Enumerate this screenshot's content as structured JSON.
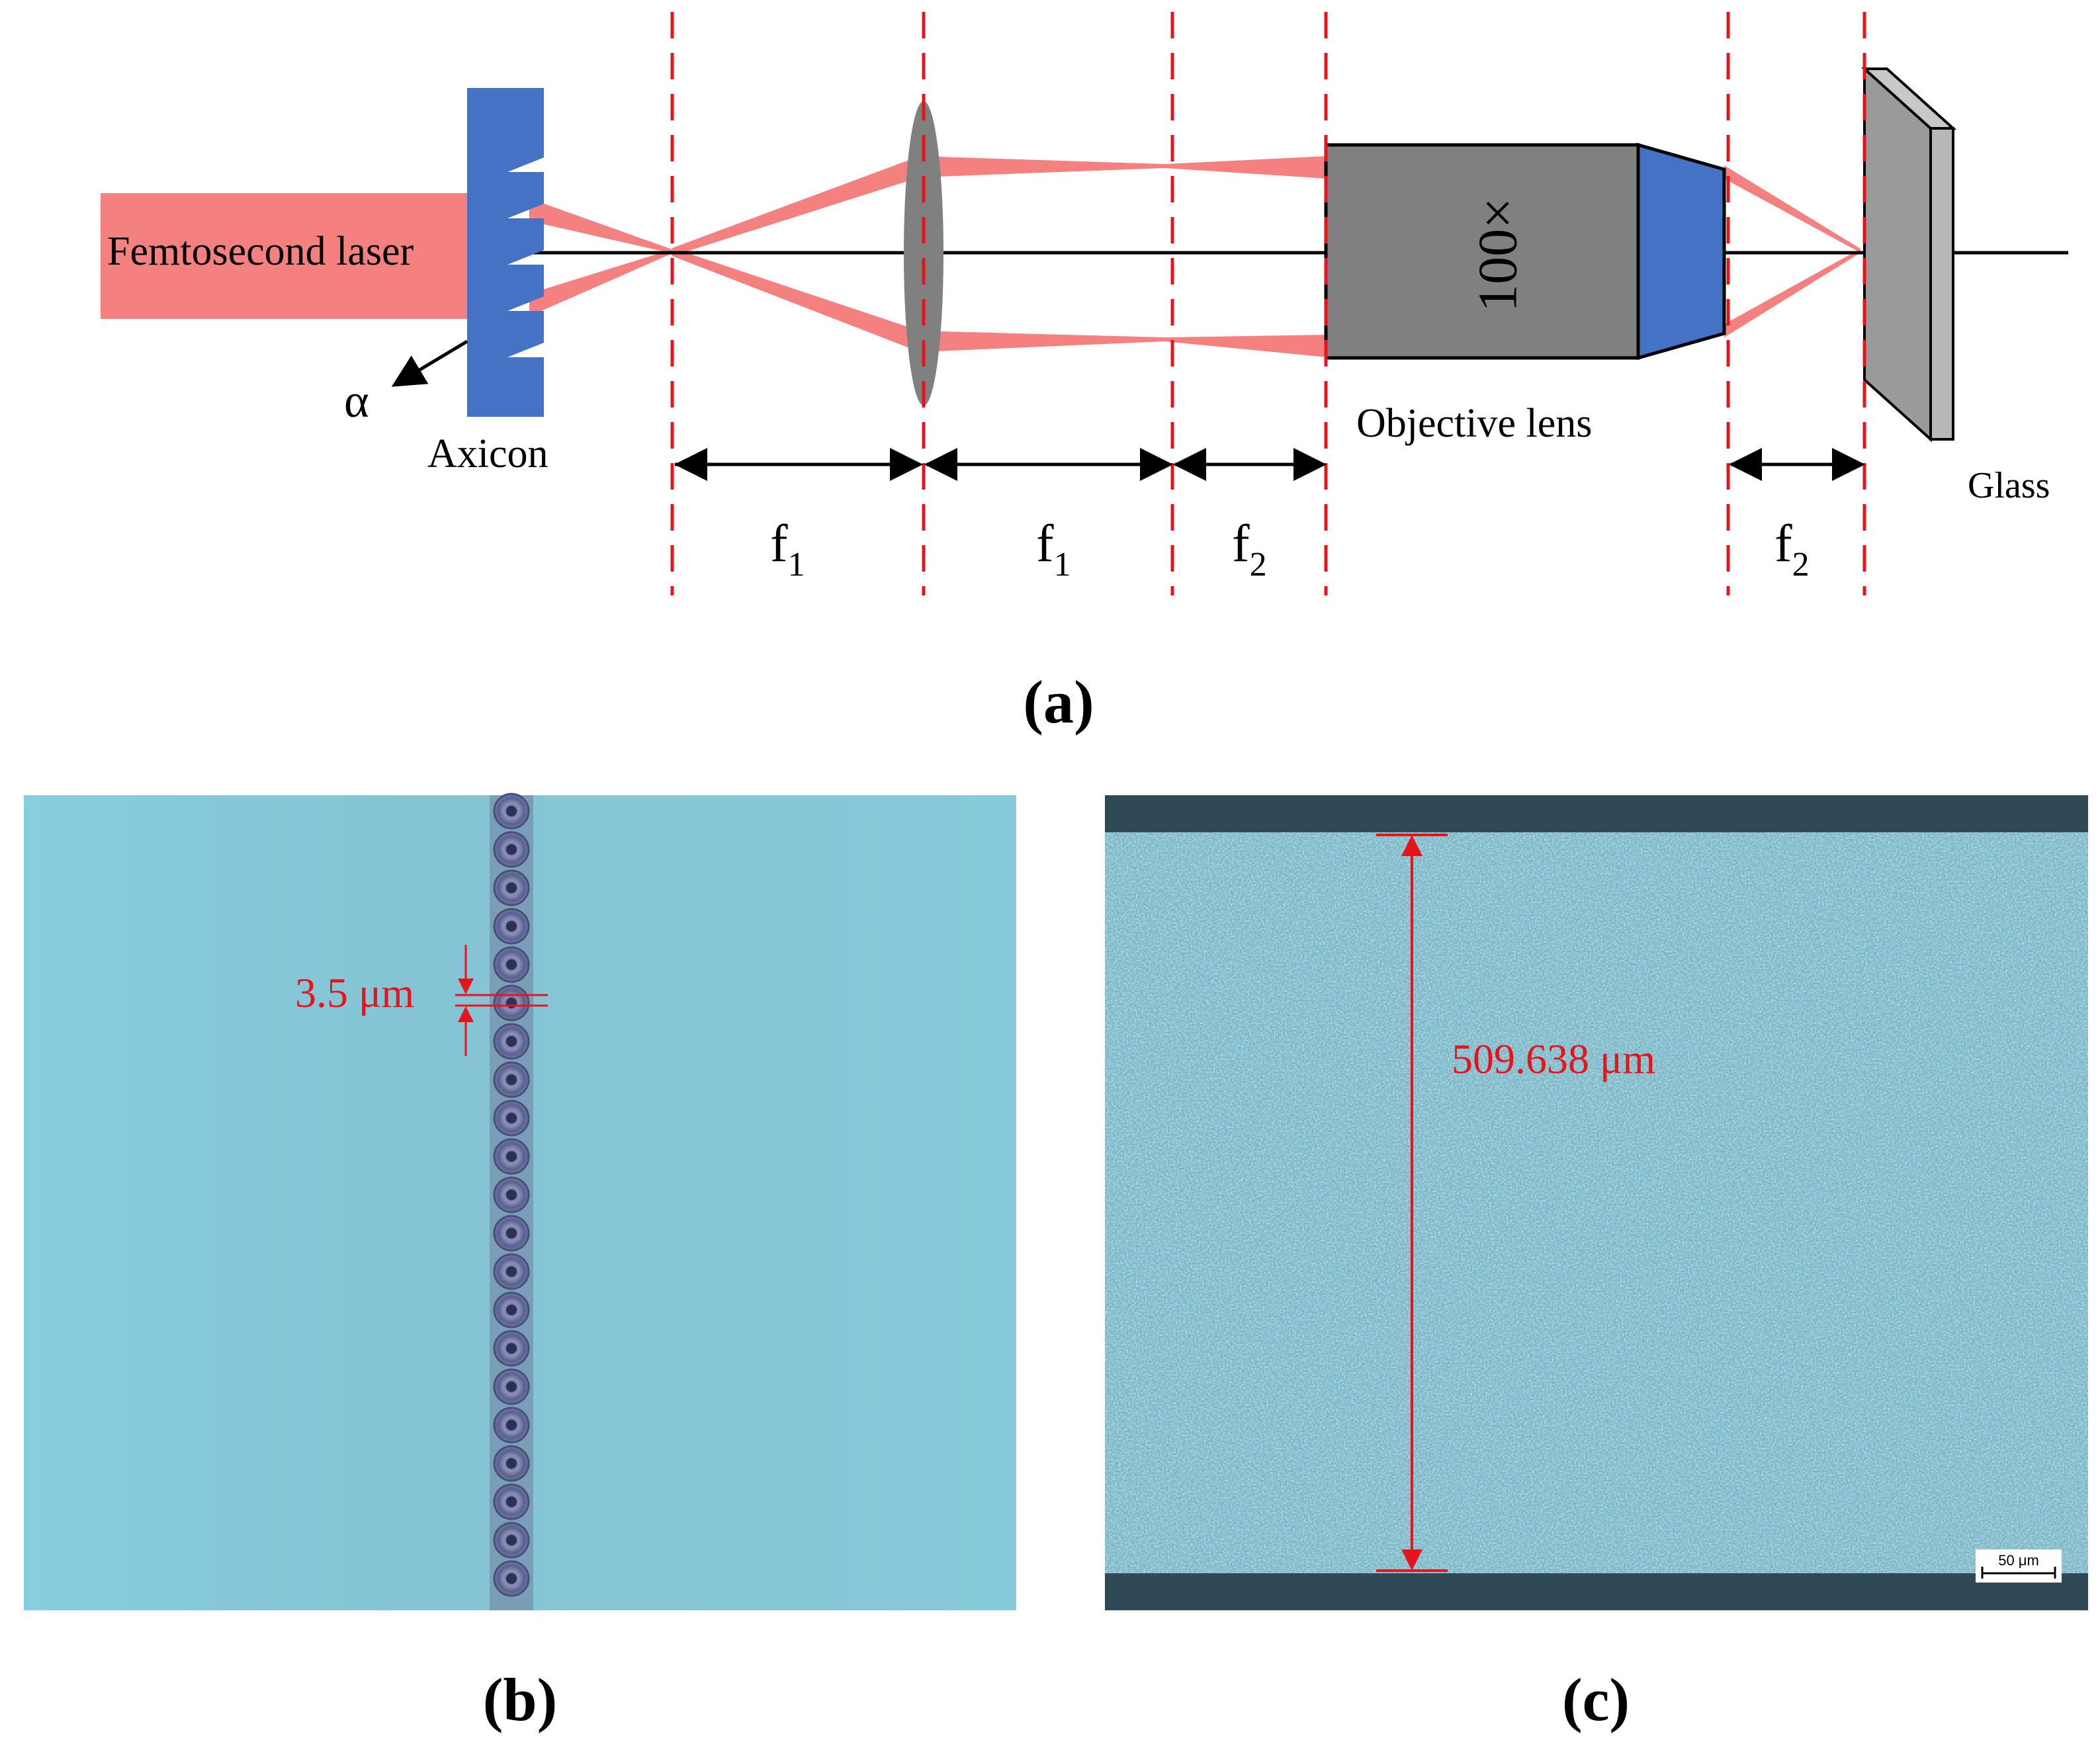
{
  "panel_a": {
    "laser_label": "Femtosecond laser",
    "axicon_label": "Axicon",
    "alpha_label": "α",
    "objective_magnification": "100×",
    "objective_label": "Objective lens",
    "glass_label": "Glass",
    "f1_base": "f",
    "f1_sub": "1",
    "f2_base": "f",
    "f2_sub": "2",
    "caption": "(a)"
  },
  "panel_b": {
    "measurement": "3.5 μm",
    "caption": "(b)"
  },
  "panel_c": {
    "measurement": "509.638 μm",
    "scale_bar": "50 μm",
    "caption": "(c)"
  },
  "colors": {
    "beam": "#f48080",
    "axicon": "#4472c4",
    "dashed": "#e8141c",
    "gray": "#808080",
    "microscope_b": "#86c8d8",
    "microscope_c": "#7fbccc",
    "annotation_red": "#e8141c"
  }
}
